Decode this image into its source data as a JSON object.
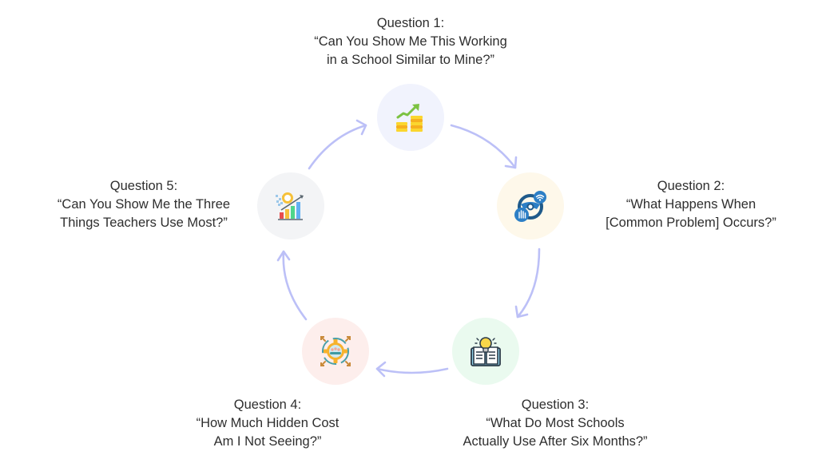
{
  "diagram": {
    "type": "cycle",
    "arrow_color": "#bcc0f7",
    "steps": [
      {
        "id": 1,
        "title": "Question 1:",
        "line1": "“Can You Show Me This Working",
        "line2": "in a School Similar to Mine?”",
        "icon": "growth-coins-icon",
        "circle_color": "#f1f3fd"
      },
      {
        "id": 2,
        "title": "Question 2:",
        "line1": "“What Happens When",
        "line2": "[Common Problem] Occurs?”",
        "icon": "steering-wheel-icon",
        "circle_color": "#fef8ea"
      },
      {
        "id": 3,
        "title": "Question 3:",
        "line1": "“What Do Most Schools",
        "line2": "Actually Use After Six Months?”",
        "icon": "book-lightbulb-icon",
        "circle_color": "#eafaef"
      },
      {
        "id": 4,
        "title": "Question 4:",
        "line1": "“How Much Hidden Cost",
        "line2": "Am I Not Seeing?”",
        "icon": "gear-team-icon",
        "circle_color": "#fdeeec"
      },
      {
        "id": 5,
        "title": "Question 5:",
        "line1": "“Can You Show Me the Three",
        "line2": "Things Teachers Use Most?”",
        "icon": "bar-chart-gear-icon",
        "circle_color": "#f3f4f6"
      }
    ]
  }
}
